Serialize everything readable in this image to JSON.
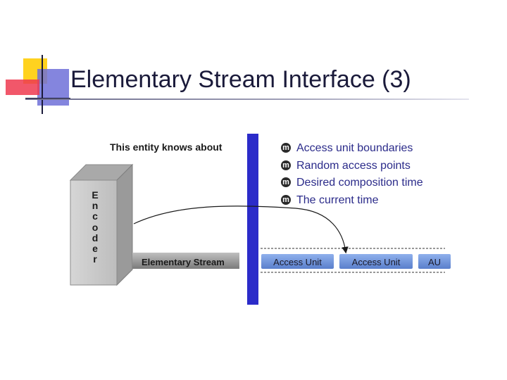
{
  "slide": {
    "title": "Elementary Stream Interface (3)"
  },
  "diagram": {
    "entity_label": "This entity knows about",
    "encoder_letters": [
      "E",
      "n",
      "c",
      "o",
      "d",
      "e",
      "r"
    ],
    "stream_label": "Elementary Stream",
    "access_units": [
      "Access Unit",
      "Access Unit",
      "AU"
    ],
    "bullets": [
      "Access unit boundaries",
      "Random access points",
      "Desired composition time",
      "The current time"
    ],
    "bullet_icon": "circle-m-bullet-icon"
  },
  "colors": {
    "title_text": "#1a1a3a",
    "divider_bar": "#2b2bc9",
    "bullet_text": "#2b2b8a",
    "access_unit_fill": "#6a8fd8",
    "encoder_box": "#c8c8c8",
    "logo_yellow": "#ffd21f",
    "logo_red": "#e8243a",
    "logo_blue": "#3a3ac8"
  }
}
